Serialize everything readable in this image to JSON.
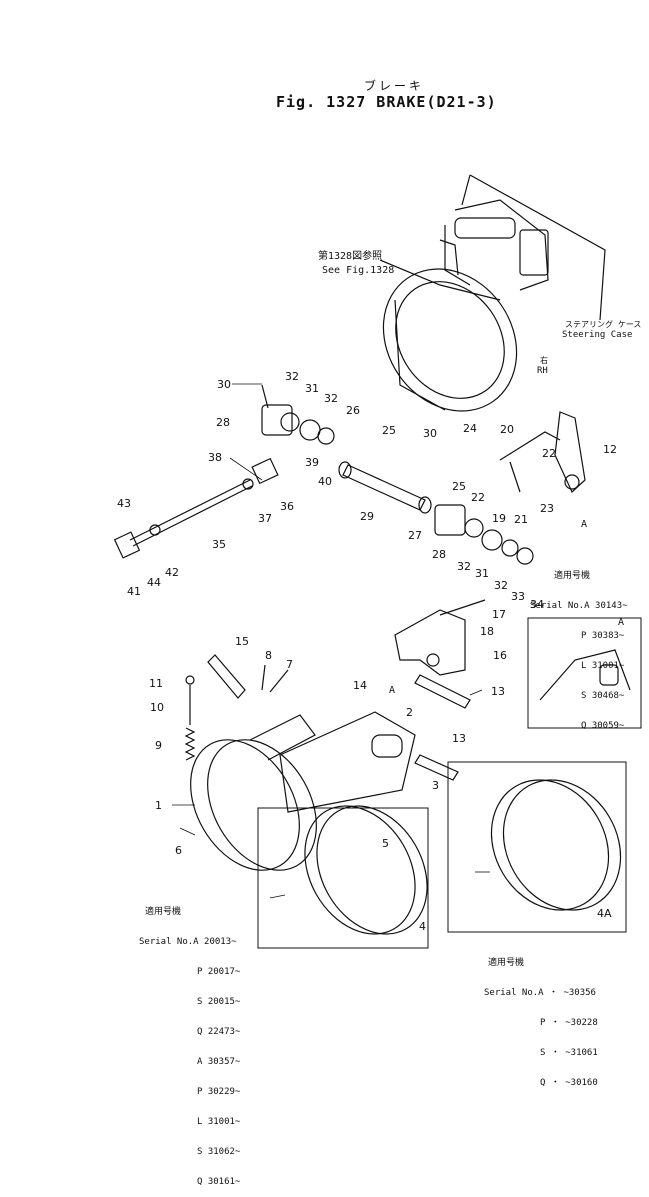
{
  "title_jp": "ブレーキ",
  "title": "Fig. 1327  BRAKE(D21-3)",
  "callouts": {
    "see_fig_jp": "第1328図参照",
    "see_fig": "See Fig.1328",
    "steering_case_jp": "ステアリング ケース",
    "steering_case": "Steering Case",
    "rh_jp": "右",
    "rh": "RH",
    "view_a": "A"
  },
  "part_labels": [
    "1",
    "2",
    "3",
    "4",
    "4A",
    "5",
    "6",
    "7",
    "8",
    "9",
    "10",
    "11",
    "12",
    "13",
    "14",
    "15",
    "16",
    "17",
    "18",
    "19",
    "20",
    "21",
    "22",
    "23",
    "24",
    "25",
    "26",
    "27",
    "28",
    "29",
    "30",
    "31",
    "32",
    "33",
    "34",
    "35",
    "36",
    "37",
    "38",
    "39",
    "40",
    "41",
    "42",
    "43",
    "44"
  ],
  "serials": {
    "right_top": {
      "title_jp": "適用号機",
      "lines": [
        "Serial No.A 30143~",
        "P 30383~",
        "L 31001~",
        "S 30468~",
        "Q 30059~"
      ]
    },
    "left_bottom": {
      "title_jp": "適用号機",
      "lines": [
        "Serial No.A 20013~",
        "P 20017~",
        "S 20015~",
        "Q 22473~",
        "A 30357~",
        "P 30229~",
        "L 31001~",
        "S 31062~",
        "Q 30161~"
      ]
    },
    "right_bottom": {
      "title_jp": "適用号機",
      "lines": [
        "Serial No.A ・ ~30356",
        "P ・ ~30228",
        "S ・ ~31061",
        "Q ・ ~30160"
      ]
    }
  }
}
